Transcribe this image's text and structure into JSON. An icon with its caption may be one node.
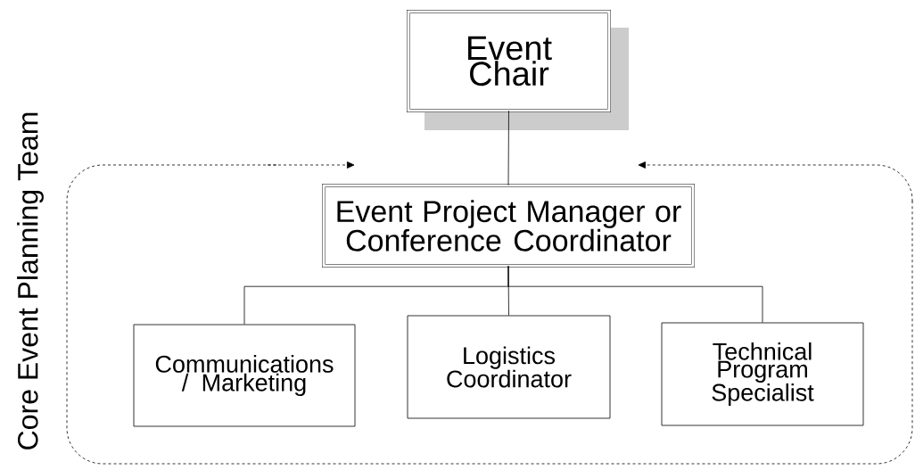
{
  "diagram": {
    "nodes": [
      {
        "text": [
          "Event Chair"
        ]
      },
      {
        "text": [
          "Core Event Planning Team"
        ]
      },
      {
        "text": [
          "Event Project Manager or Conference Coordinator"
        ],
        "in": 1
      },
      {
        "text": [
          "Communications / Marketing"
        ],
        "in": 1
      },
      {
        "text": [
          "Logistics Coordinator"
        ],
        "in": 1
      },
      {
        "text": [
          "Technical Program Specialist"
        ],
        "in": 1
      }
    ],
    "edges": [
      {
        "from": 0,
        "to": 2,
        "arrow": "none"
      },
      {
        "from": 2,
        "to": 3,
        "arrow": "none"
      },
      {
        "from": 2,
        "to": 4,
        "arrow": "none"
      },
      {
        "from": 2,
        "to": 5,
        "arrow": "none"
      }
    ]
  }
}
